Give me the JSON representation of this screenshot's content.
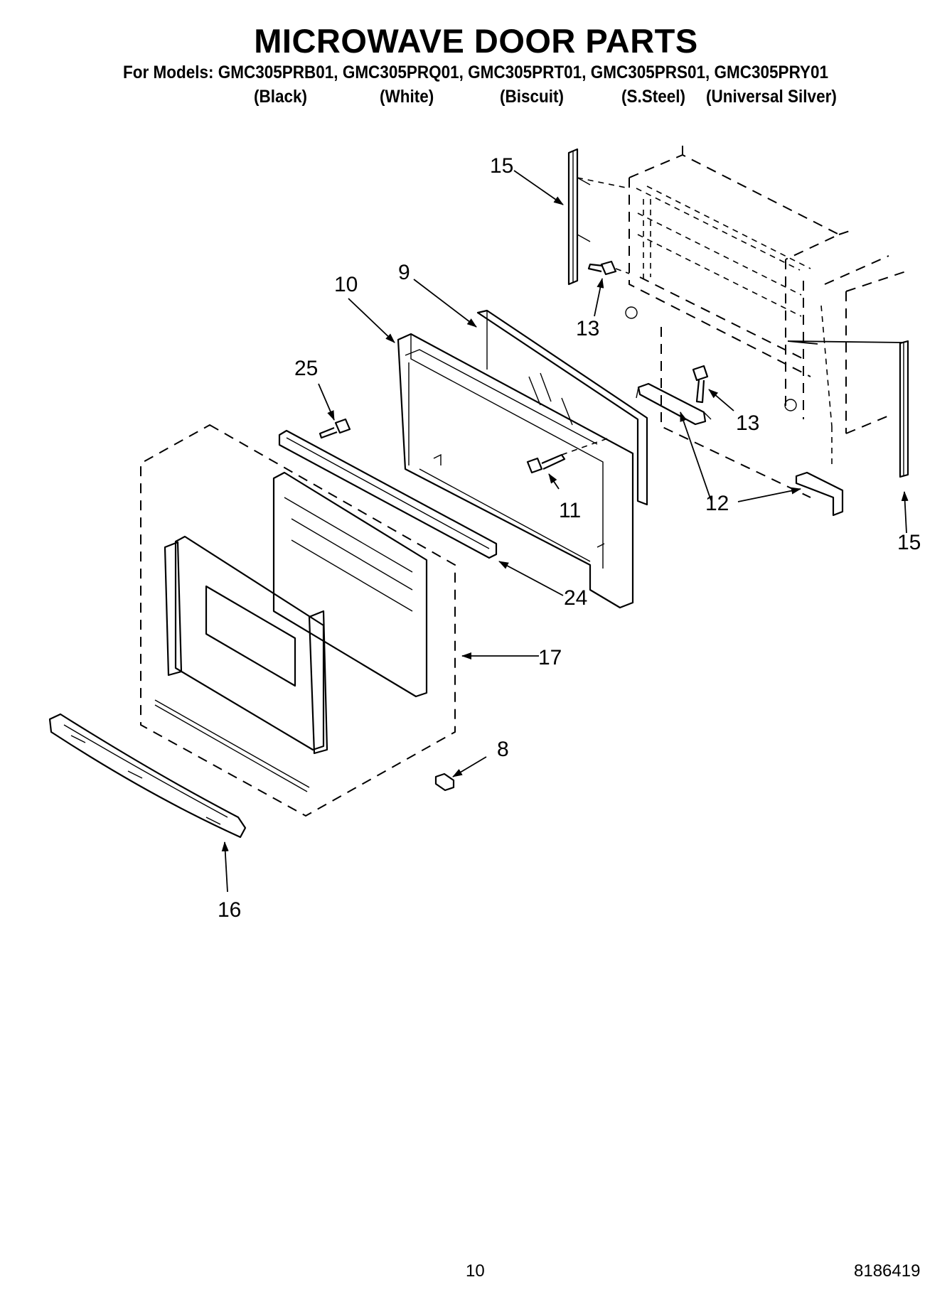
{
  "title": "MICROWAVE DOOR PARTS",
  "models_line": "For Models: GMC305PRB01, GMC305PRQ01, GMC305PRT01, GMC305PRS01, GMC305PRY01",
  "colors": [
    "(Black)",
    "(White)",
    "(Biscuit)",
    "(S.Steel)",
    "(Universal Silver)"
  ],
  "callouts": {
    "p15_top": "15",
    "p10": "10",
    "p9": "9",
    "p13_top": "13",
    "p25": "25",
    "p13_mid": "13",
    "p11": "11",
    "p12": "12",
    "p15_right": "15",
    "p24": "24",
    "p17": "17",
    "p8": "8",
    "p16": "16"
  },
  "footer": {
    "page_number": "10",
    "doc_number": "8186419"
  }
}
